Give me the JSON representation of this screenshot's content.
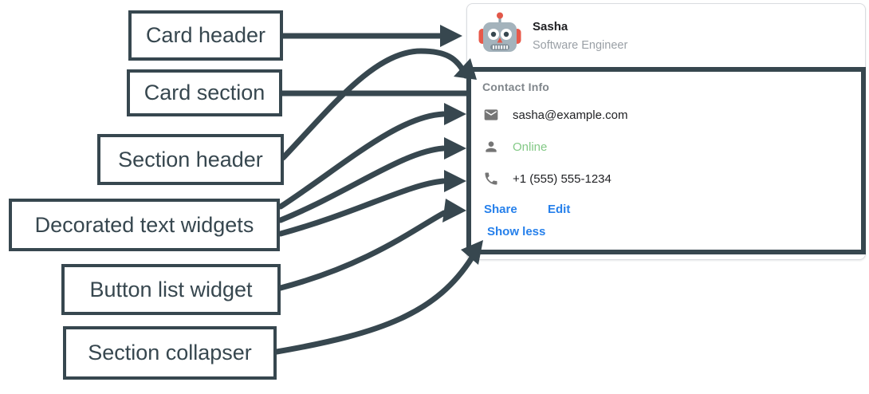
{
  "diagram": {
    "arrow_color": "#37474f",
    "annotation_labels": [
      "Card header",
      "Card section",
      "Section header",
      "Decorated text widgets",
      "Button list widget",
      "Section collapser"
    ]
  },
  "card": {
    "header": {
      "avatar_icon": "robot-avatar-icon",
      "name": "Sasha",
      "subtitle": "Software Engineer"
    },
    "section": {
      "title": "Contact Info",
      "rows": [
        {
          "icon": "email-icon",
          "text": "sasha@example.com",
          "color": "#202124"
        },
        {
          "icon": "person-icon",
          "text": "Online",
          "color": "#83c986"
        },
        {
          "icon": "phone-icon",
          "text": "+1 (555) 555-1234",
          "color": "#202124"
        }
      ],
      "buttons": [
        {
          "label": "Share"
        },
        {
          "label": "Edit"
        }
      ],
      "collapser_label": "Show less",
      "link_color": "#2680eb"
    }
  }
}
